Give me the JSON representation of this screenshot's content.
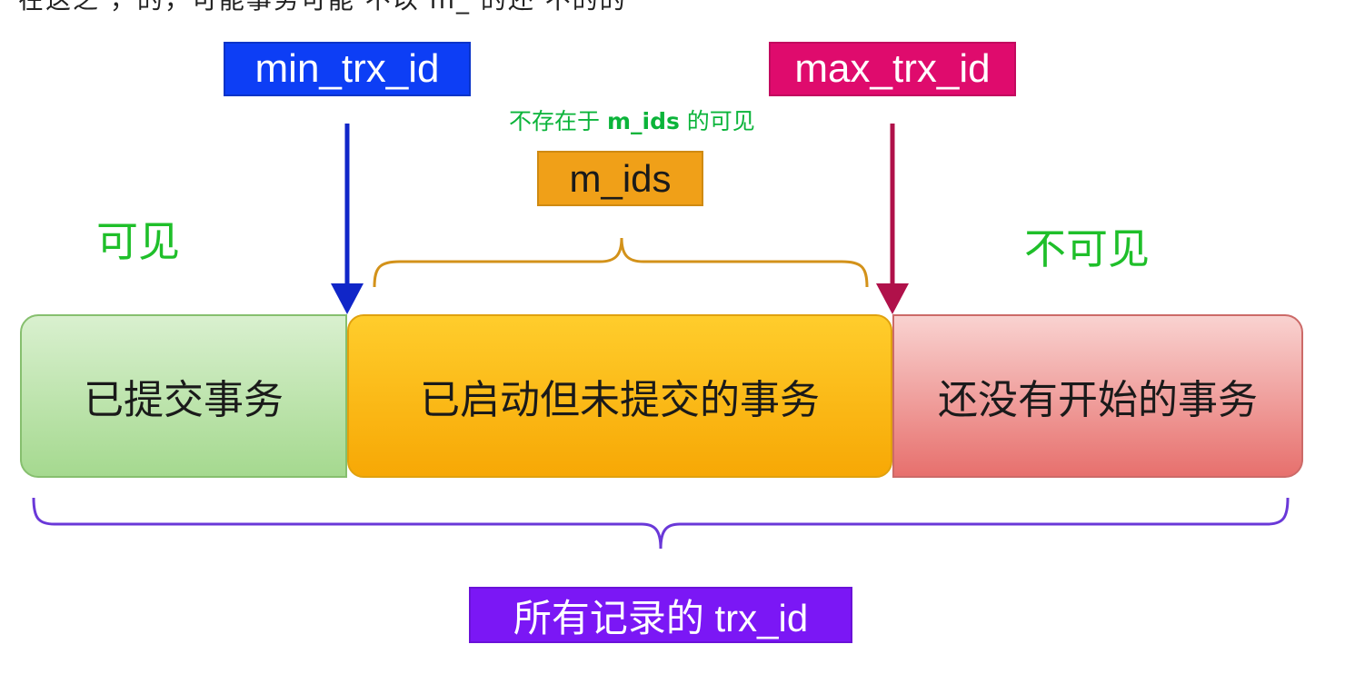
{
  "top_text": "在这之         ，的，可能事务可能  不以   m_     的还  不的的",
  "tags": {
    "min_trx_id": "min_trx_id",
    "max_trx_id": "max_trx_id",
    "m_ids": "m_ids",
    "all_records": "所有记录的 trx_id"
  },
  "note": {
    "prefix": "不存在于 ",
    "bold": "m_ids",
    "suffix": " 的可见"
  },
  "labels": {
    "visible": "可见",
    "invisible": "不可见"
  },
  "segments": {
    "committed": "已提交事务",
    "active": "已启动但未提交的事务",
    "not_started": "还没有开始的事务"
  },
  "colors": {
    "min_arrow": "#1026c8",
    "max_arrow": "#b0114a",
    "mids_brace": "#d3921a",
    "all_brace": "#6a38d8",
    "label_green": "#1fbf2a"
  }
}
